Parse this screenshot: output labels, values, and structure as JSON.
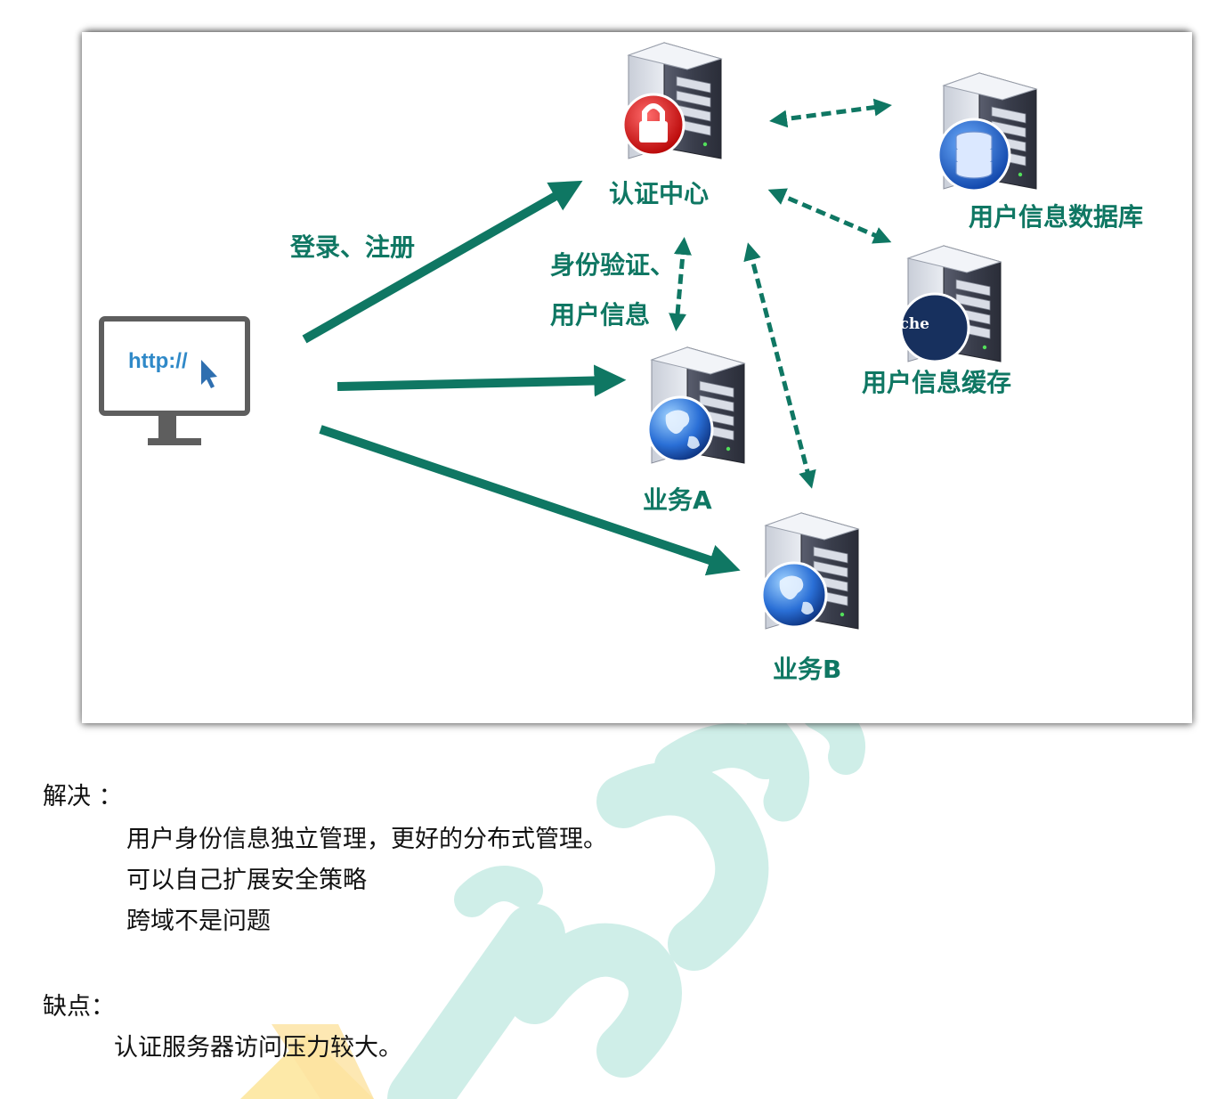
{
  "diagram": {
    "monitor_url": "http://",
    "nodes": {
      "auth_center": "认证中心",
      "user_db": "用户信息数据库",
      "user_cache": "用户信息缓存",
      "cache_badge": "Ca che",
      "biz_a": "业务A",
      "biz_b": "业务B"
    },
    "edges": {
      "login_register": "登录、注册",
      "identity_line1": "身份验证、",
      "identity_line2": "用户信息"
    },
    "colors": {
      "arrow": "#0f7763",
      "label": "#0f7763",
      "url": "#2f89c8"
    },
    "icons": [
      "monitor-icon",
      "server-lock-icon",
      "server-database-icon",
      "server-cache-icon",
      "server-globe-icon"
    ]
  },
  "text": {
    "solution_heading": "解决 ：",
    "solution_items": [
      "用户身份信息独立管理，更好的分布式管理。",
      "可以自己扩展安全策略",
      "跨域不是问题"
    ],
    "cons_heading": "缺点：",
    "cons_items": [
      "认证服务器访问压力较大。"
    ]
  }
}
